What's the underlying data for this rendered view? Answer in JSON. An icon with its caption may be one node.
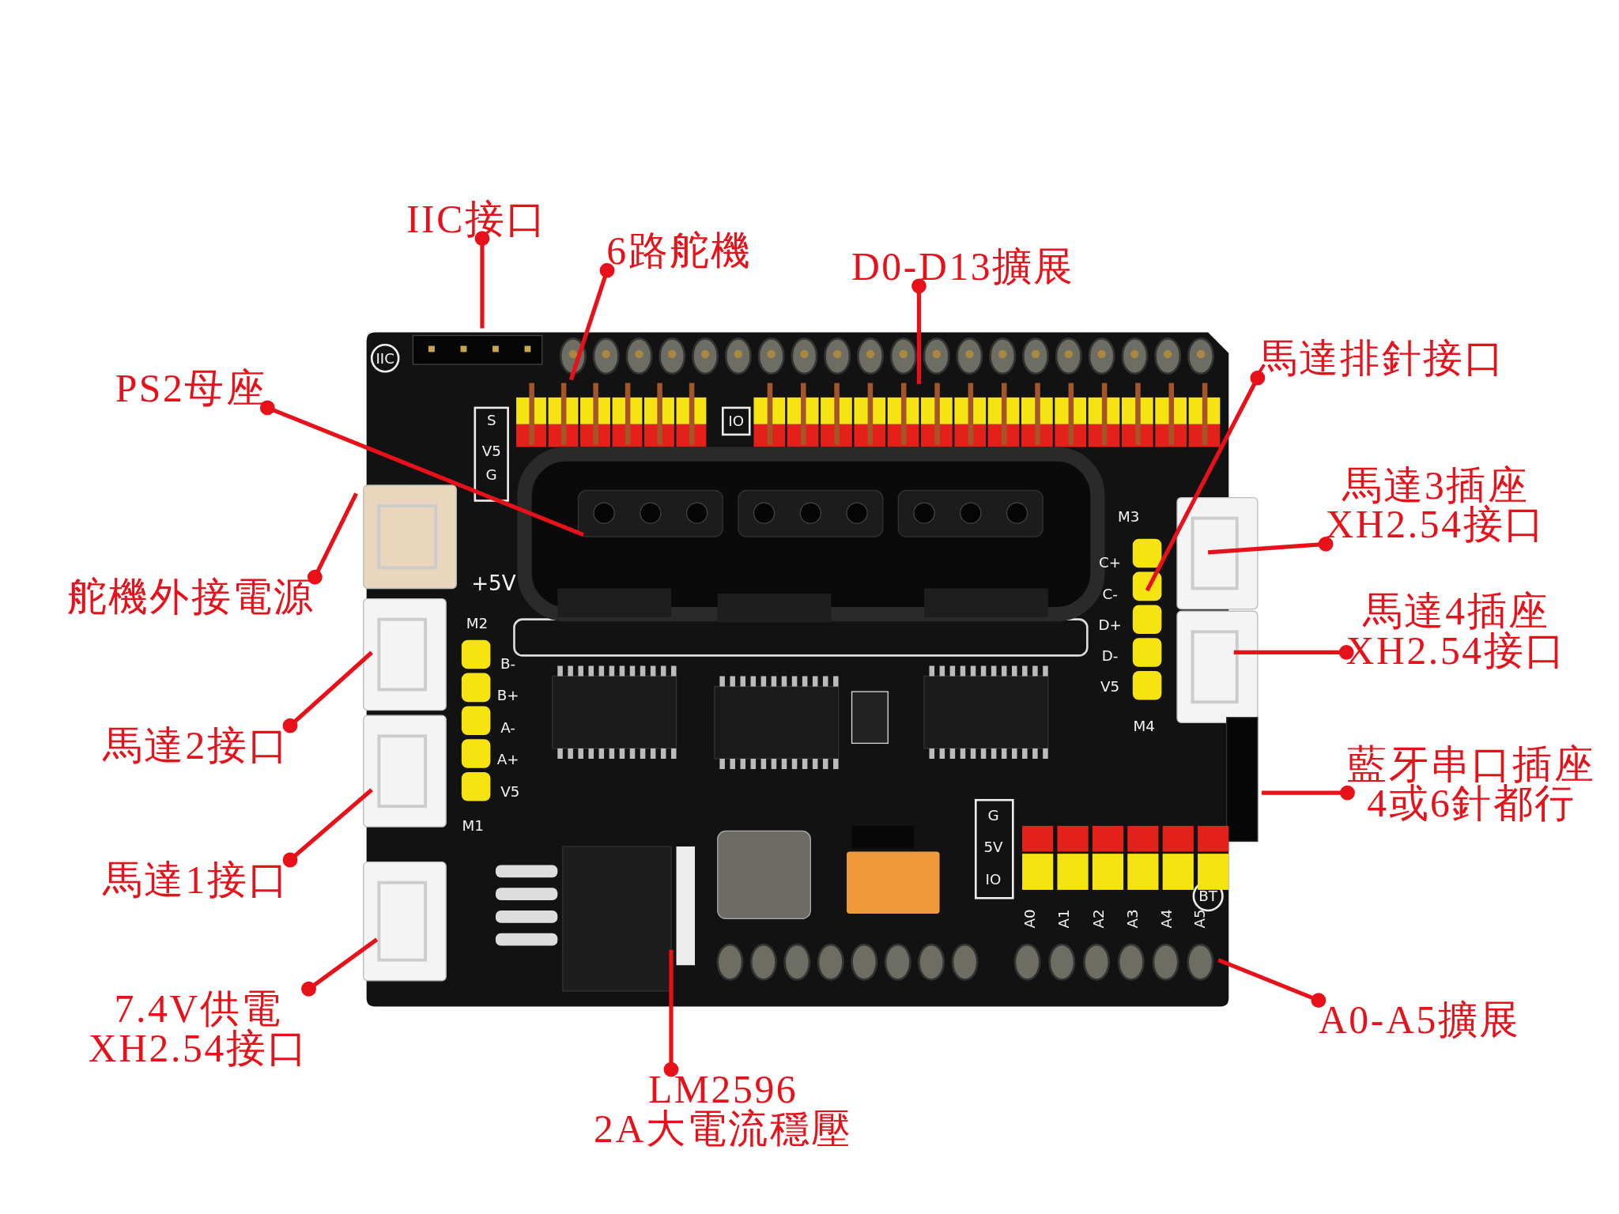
{
  "diagram": {
    "nodes": [
      {
        "text": [
          "IIC接口"
        ]
      },
      {
        "text": [
          "6路舵機"
        ]
      },
      {
        "text": [
          "D0-D13擴展"
        ]
      },
      {
        "text": [
          "PS2母座"
        ]
      },
      {
        "text": [
          "馬達排針接口"
        ]
      },
      {
        "text": [
          "馬達3插座 XH2.54接口"
        ]
      },
      {
        "text": [
          "馬達4插座 XH2.54接口"
        ]
      },
      {
        "text": [
          "藍牙串口插座 4或6針都行"
        ]
      },
      {
        "text": [
          "舵機外接電源"
        ]
      },
      {
        "text": [
          "馬達2接口"
        ]
      },
      {
        "text": [
          "馬達1接口"
        ]
      },
      {
        "text": [
          "7.4V供電 XH2.54接口"
        ]
      },
      {
        "text": [
          "LM2596 2A大電流穩壓"
        ]
      },
      {
        "text": [
          "A0-A5擴展"
        ]
      }
    ],
    "edges": [
      {
        "from": 0,
        "to": null,
        "arrow": "other"
      },
      {
        "from": 1,
        "to": null,
        "arrow": "other"
      },
      {
        "from": 2,
        "to": null,
        "arrow": "other"
      },
      {
        "from": 3,
        "to": null,
        "arrow": "other"
      },
      {
        "from": 4,
        "to": null,
        "arrow": "other"
      },
      {
        "from": 5,
        "to": null,
        "arrow": "other"
      },
      {
        "from": 6,
        "to": null,
        "arrow": "other"
      },
      {
        "from": 7,
        "to": null,
        "arrow": "other"
      },
      {
        "from": 8,
        "to": null,
        "arrow": "other"
      },
      {
        "from": 9,
        "to": null,
        "arrow": "other"
      },
      {
        "from": 10,
        "to": null,
        "arrow": "other"
      },
      {
        "from": 11,
        "to": null,
        "arrow": "other"
      },
      {
        "from": 12,
        "to": null,
        "arrow": "other"
      },
      {
        "from": 13,
        "to": null,
        "arrow": "other"
      }
    ],
    "labels": [
      "IIC",
      "S",
      "V5",
      "G",
      "IO",
      "+5V",
      "M2",
      "B-",
      "B+",
      "A-",
      "A+",
      "V5",
      "M1",
      "M3",
      "C+",
      "C-",
      "D+",
      "D-",
      "V5",
      "M4",
      "G",
      "5V",
      "IO",
      "BT",
      "A0",
      "A1",
      "A2",
      "A3",
      "A4",
      "A5"
    ]
  }
}
